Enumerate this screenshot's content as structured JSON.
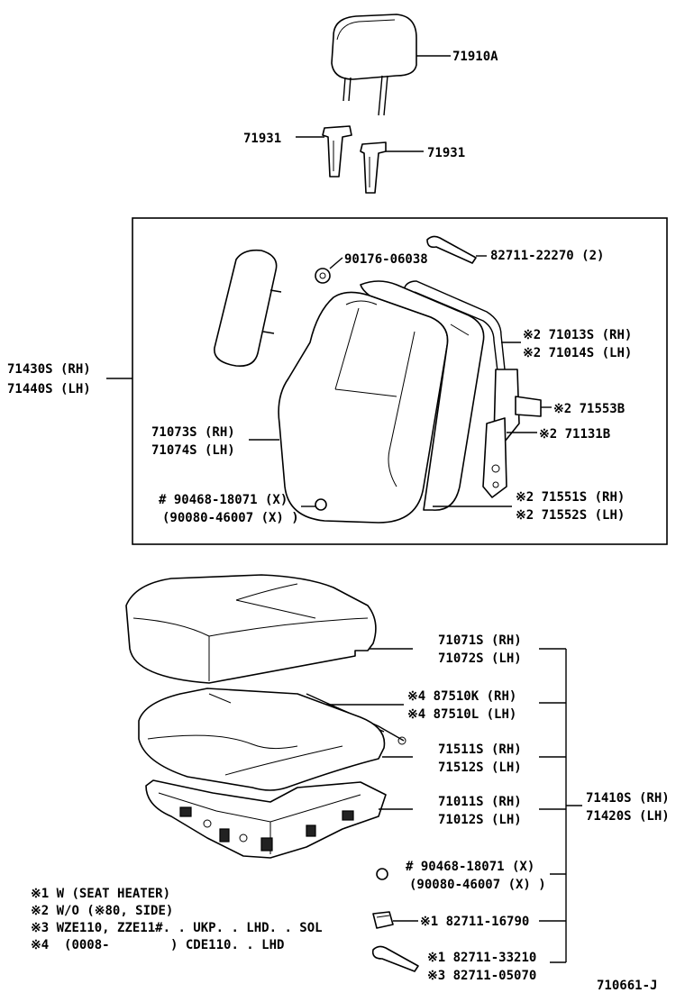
{
  "labels": {
    "headrest": "71910A",
    "guide_left": "71931",
    "guide_right": "71931",
    "hook_top": "82711-22270 (2)",
    "nut": "90176-06038",
    "frame_rh": "※2 71013S (RH)",
    "frame_lh": "※2 71014S (LH)",
    "back_assy_rh": "71430S (RH)",
    "back_assy_lh": "71440S (LH)",
    "pipe": "※2 71553B",
    "bracket": "※2 71131B",
    "back_cover_rh": "71073S (RH)",
    "back_cover_lh": "71074S (LH)",
    "clip_back_1": "# 90468-18071 (X)",
    "clip_back_2": "(90080-46007 (X) )",
    "back_pad_rh": "※2 71551S (RH)",
    "back_pad_lh": "※2 71552S (LH)",
    "cushion_cover_rh": "71071S (RH)",
    "cushion_cover_lh": "71072S (LH)",
    "heater_rh": "※4 87510K (RH)",
    "heater_lh": "※4 87510L (LH)",
    "cushion_pad_rh": "71511S (RH)",
    "cushion_pad_lh": "71512S (LH)",
    "cushion_frame_rh": "71011S (RH)",
    "cushion_frame_lh": "71012S (LH)",
    "cushion_assy_rh": "71410S (RH)",
    "cushion_assy_lh": "71420S (LH)",
    "clip_cushion_1": "# 90468-18071 (X)",
    "clip_cushion_2": "(90080-46007 (X) )",
    "clip_a": "※1 82711-16790",
    "clip_b": "※1 82711-33210",
    "clip_c": "※3 82711-05070"
  },
  "notes": [
    "※1 W (SEAT HEATER)",
    "※2 W/O (※80, SIDE)",
    "※3 WZE110, ZZE11#. . UKP. . LHD. . SOL",
    "※4  (0008-        ) CDE110. . LHD"
  ],
  "diagram_id": "710661-J"
}
